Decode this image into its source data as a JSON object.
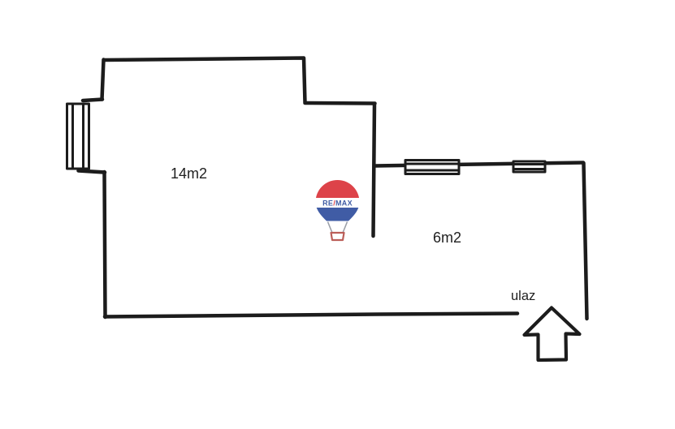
{
  "diagram": {
    "type": "floor-plan-sketch",
    "rooms": [
      {
        "name": "left-room",
        "area_label": "14m2"
      },
      {
        "name": "right-room",
        "area_label": "6m2"
      }
    ],
    "entrance": {
      "label": "ulaz"
    }
  },
  "logo": {
    "re": "RE",
    "slash": "/",
    "max": "MAX",
    "colors": {
      "red": "#d8232a",
      "blue": "#1f4096",
      "white": "#ffffff"
    }
  },
  "colors": {
    "background": "#ffffff",
    "wall": "#1c1c1c",
    "text": "#1f1f1f"
  }
}
